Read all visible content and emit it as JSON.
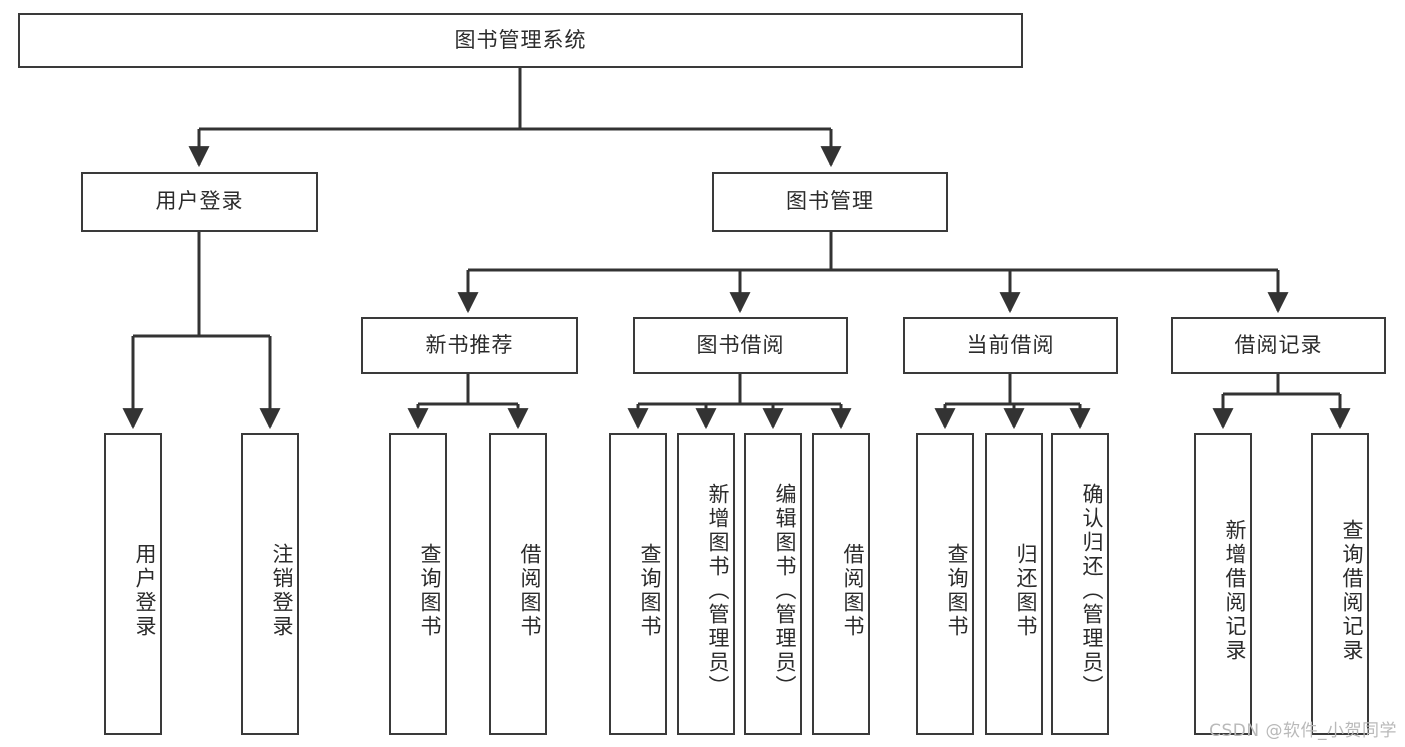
{
  "diagram": {
    "kind": "tree-hierarchy-chart",
    "root": {
      "id": "root",
      "label": "图书管理系统",
      "orientation": "horizontal"
    },
    "level2": [
      {
        "id": "user-login",
        "label": "用户登录",
        "orientation": "horizontal"
      },
      {
        "id": "book-manage",
        "label": "图书管理",
        "orientation": "horizontal"
      }
    ],
    "level3": [
      {
        "id": "new-book-recommend",
        "label": "新书推荐",
        "orientation": "horizontal"
      },
      {
        "id": "book-borrow",
        "label": "图书借阅",
        "orientation": "horizontal"
      },
      {
        "id": "current-borrow",
        "label": "当前借阅",
        "orientation": "horizontal"
      },
      {
        "id": "borrow-record",
        "label": "借阅记录",
        "orientation": "horizontal"
      }
    ],
    "leaves": [
      {
        "id": "leaf-user-login",
        "label": "用户登录",
        "parent": "user-login",
        "orientation": "vertical"
      },
      {
        "id": "leaf-user-logout",
        "label": "注销登录",
        "parent": "user-login",
        "orientation": "vertical"
      },
      {
        "id": "leaf-query-book-1",
        "label": "查询图书",
        "parent": "new-book-recommend",
        "orientation": "vertical"
      },
      {
        "id": "leaf-borrow-book-1",
        "label": "借阅图书",
        "parent": "new-book-recommend",
        "orientation": "vertical"
      },
      {
        "id": "leaf-query-book-2",
        "label": "查询图书",
        "parent": "book-borrow",
        "orientation": "vertical"
      },
      {
        "id": "leaf-add-book",
        "label": "新增图书（管理员）",
        "parent": "book-borrow",
        "orientation": "vertical"
      },
      {
        "id": "leaf-edit-book",
        "label": "编辑图书（管理员）",
        "parent": "book-borrow",
        "orientation": "vertical"
      },
      {
        "id": "leaf-borrow-book-2",
        "label": "借阅图书",
        "parent": "book-borrow",
        "orientation": "vertical"
      },
      {
        "id": "leaf-query-book-3",
        "label": "查询图书",
        "parent": "current-borrow",
        "orientation": "vertical"
      },
      {
        "id": "leaf-return-book",
        "label": "归还图书",
        "parent": "current-borrow",
        "orientation": "vertical"
      },
      {
        "id": "leaf-confirm-return",
        "label": "确认归还（管理员）",
        "parent": "current-borrow",
        "orientation": "vertical"
      },
      {
        "id": "leaf-add-record",
        "label": "新增借阅记录",
        "parent": "borrow-record",
        "orientation": "vertical"
      },
      {
        "id": "leaf-query-record",
        "label": "查询借阅记录",
        "parent": "borrow-record",
        "orientation": "vertical"
      }
    ],
    "watermark": "CSDN @软件_小贺同学",
    "colors": {
      "background": "#ffffff",
      "box_border": "#3a3a3a",
      "text": "#2b2b2b",
      "connector": "#333333",
      "watermark": "#b9b9b9"
    }
  }
}
